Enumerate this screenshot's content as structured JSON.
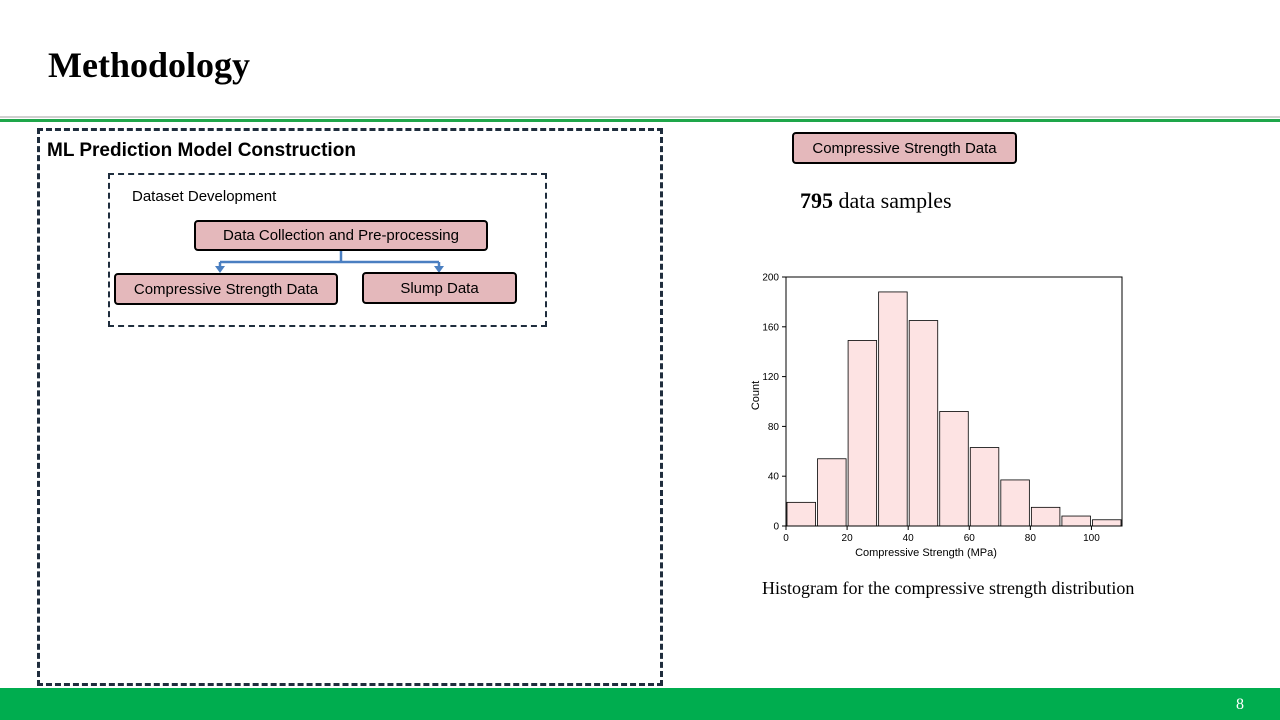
{
  "slide": {
    "title": "Methodology",
    "page_number": "8"
  },
  "left_panel": {
    "title": "ML Prediction Model Construction",
    "dataset": {
      "title": "Dataset Development",
      "root": "Data Collection and Pre-processing",
      "children": [
        "Compressive Strength Data",
        "Slump Data"
      ]
    }
  },
  "right_panel": {
    "tag": "Compressive Strength Data",
    "sample_count": "795",
    "sample_suffix": " data samples",
    "caption": "Histogram for the compressive strength distribution"
  },
  "colors": {
    "accent_green": "#00ad4f",
    "pill_fill": "#e4b8bb",
    "bar_fill": "#fde3e3",
    "arrow_blue": "#4a7fc1"
  },
  "chart_data": {
    "type": "bar",
    "title": "",
    "xlabel": "Compressive Strength (MPa)",
    "ylabel": "Count",
    "xlim": [
      0,
      110
    ],
    "ylim": [
      0,
      200
    ],
    "x_ticks": [
      0,
      20,
      40,
      60,
      80,
      100
    ],
    "y_ticks": [
      0,
      40,
      80,
      120,
      160,
      200
    ],
    "bin_width": 10,
    "bin_starts": [
      0,
      10,
      20,
      30,
      40,
      50,
      60,
      70,
      80,
      90,
      100
    ],
    "values": [
      19,
      54,
      149,
      188,
      165,
      92,
      63,
      37,
      15,
      8,
      5
    ],
    "grid": false,
    "legend": "none"
  }
}
